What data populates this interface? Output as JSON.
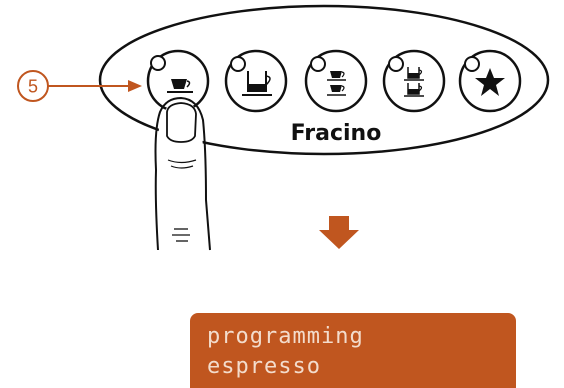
{
  "step": {
    "number": "5"
  },
  "panel": {
    "brand": "Fracino",
    "buttons": [
      {
        "name": "single-espresso",
        "icon": "single-espresso-cup-icon"
      },
      {
        "name": "single-coffee",
        "icon": "mug-icon"
      },
      {
        "name": "double-espresso",
        "icon": "double-espresso-icon"
      },
      {
        "name": "double-coffee",
        "icon": "double-cup-icon"
      },
      {
        "name": "favourite",
        "icon": "star-icon"
      }
    ]
  },
  "display": {
    "line1": "programming",
    "line2": "espresso"
  },
  "colors": {
    "accent": "#c0561f",
    "lcd_text": "#f3dccc",
    "ink": "#111111"
  }
}
